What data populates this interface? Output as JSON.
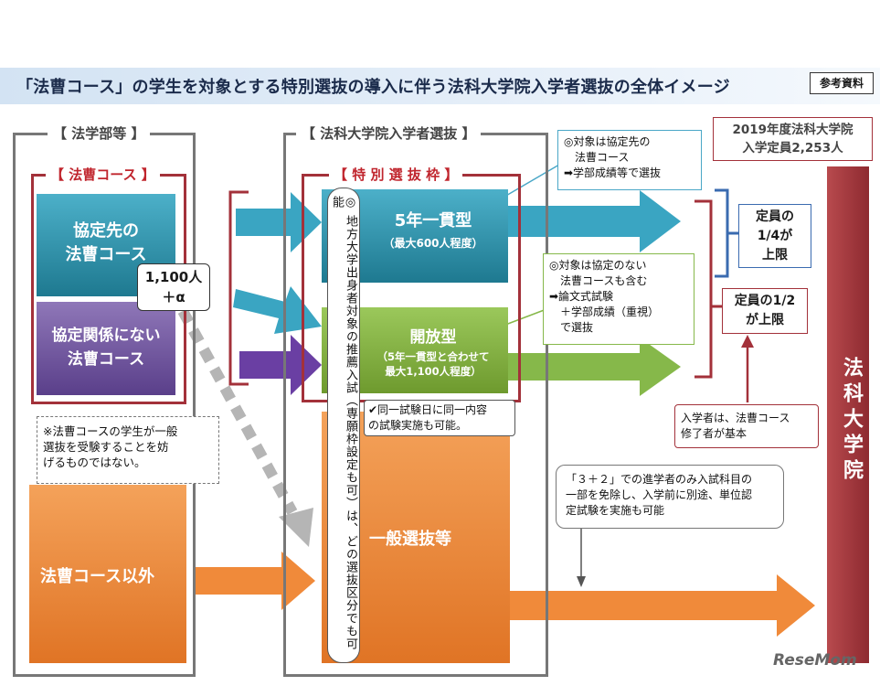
{
  "title": "「法曹コース」の学生を対象とする特別選抜の導入に伴う法科大学院入学者選抜の全体イメージ",
  "ref_badge": "参考資料",
  "left_section": {
    "label": "【 法学部等 】",
    "course_label": "【 法曹コース 】",
    "box_partner": [
      "協定先の",
      "法曹コース"
    ],
    "box_nonpartner": [
      "協定関係にない",
      "法曹コース"
    ],
    "count_box": [
      "1,100人",
      "＋α"
    ],
    "note": [
      "※法曹コースの学生が一般",
      "選抜を受験することを妨",
      "げるものではない。"
    ],
    "other_label": "法曹コース以外"
  },
  "mid_section": {
    "label": "【 法科大学院入学者選抜 】",
    "special_label": "【 特 別 選 抜 枠 】",
    "type1": {
      "name": "5年一貫型",
      "sub": "（最大600人程度）"
    },
    "type2": {
      "name": "開放型",
      "sub1": "（5年一貫型と合わせて",
      "sub2": "最大1,100人程度）"
    },
    "general": "一般選抜等",
    "vertical_note": "◎ 地方大学出身者対象の推薦入試（専願枠設定も可）は、どの選抜区分でも可能",
    "same_day_note": [
      "✔同一試験日に同一内容",
      "の試験実施も可能。"
    ]
  },
  "callouts": {
    "partner_note": [
      "◎対象は協定先の",
      "　法曹コース",
      "➡学部成績等で選抜"
    ],
    "open_note": [
      "◎対象は協定のない",
      "　法曹コースも含む",
      "➡論文式試験",
      "　＋学部成績（重視）",
      "　で選抜"
    ],
    "entrants_note": [
      "入学者は、法曹コース",
      "修了者が基本"
    ],
    "three_two_note": [
      "「３＋２」での進学者のみ入試科目の",
      "一部を免除し、入学前に別途、単位認",
      "定試験を実施も可能"
    ]
  },
  "right_section": {
    "capacity_box": [
      "2019年度法科大学院",
      "入学定員2,253人"
    ],
    "quarter": [
      "定員の",
      "1/4が",
      "上限"
    ],
    "half": [
      "定員の1/2",
      "が上限"
    ],
    "university": "法科大学院"
  },
  "watermark": "ReseMom",
  "colors": {
    "teal": "#1e7990",
    "purple": "#5a3f8a",
    "green": "#6e9a2e",
    "orange": "#e07425",
    "red": "#a3313a",
    "blue": "#3a6bb0"
  }
}
